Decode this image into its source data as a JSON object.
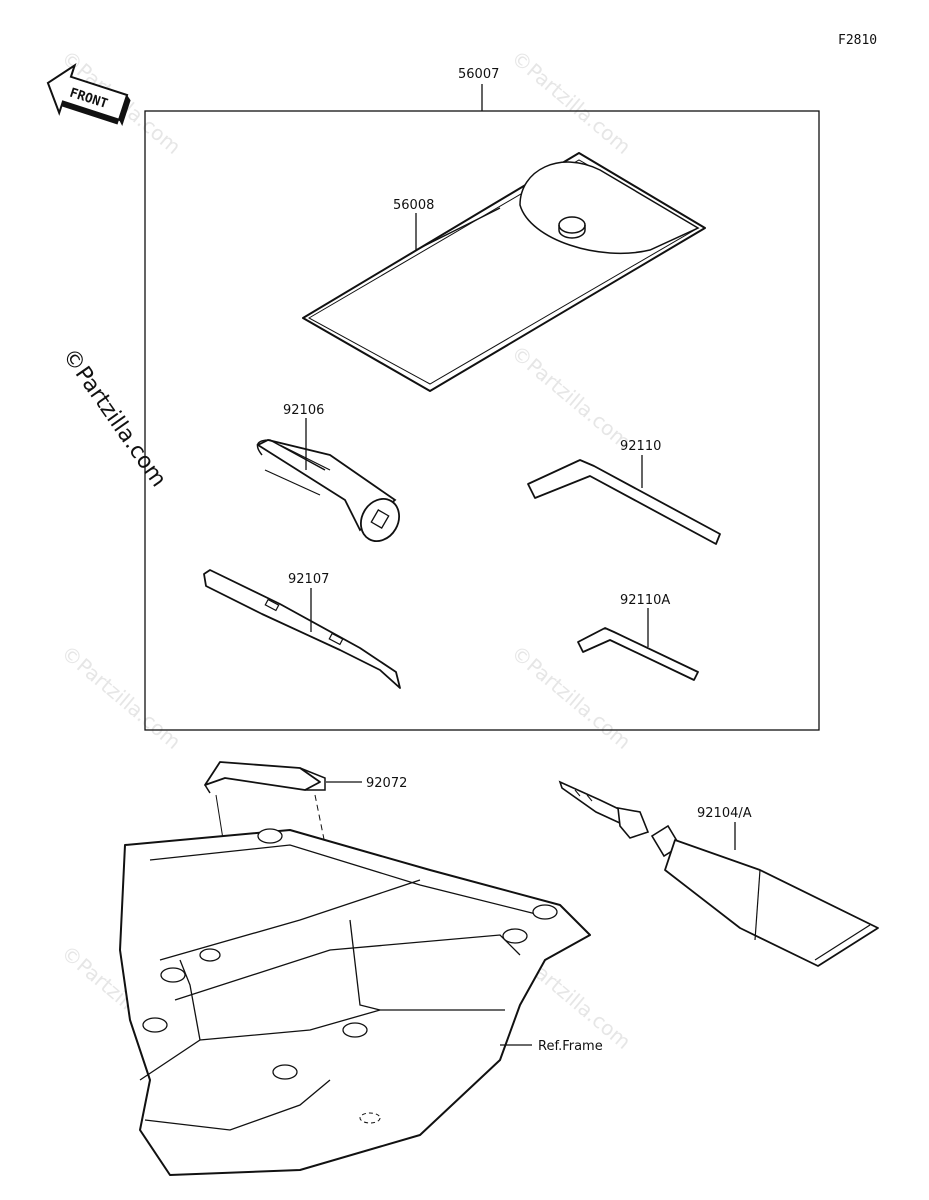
{
  "figure_id": "F2810",
  "front_label": "FRONT",
  "watermarks": {
    "rotated": "©Partzilla.com",
    "faint": "©Partzilla.com"
  },
  "parts": {
    "kit": "56007",
    "case": "56008",
    "handle": "92106",
    "screwdriver": "92107",
    "hex_wrench_large": "92110",
    "hex_wrench_small": "92110A",
    "clip": "92072",
    "grease_tube": "92104/A",
    "frame_ref": "Ref.Frame"
  }
}
